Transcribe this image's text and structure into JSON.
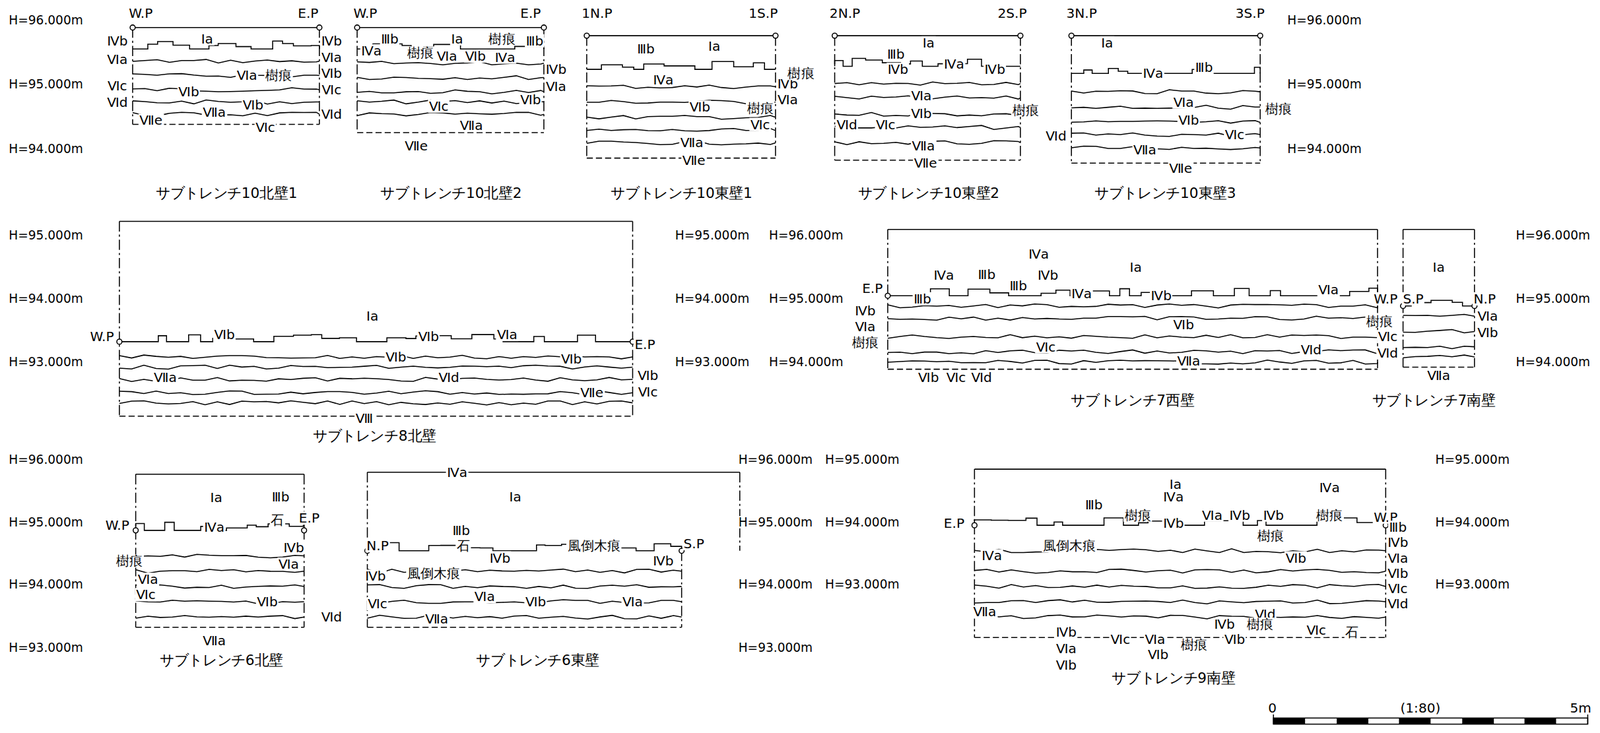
{
  "diagram": {
    "nodes": [
      {
        "text": [
          "サブトレンチ10北壁1"
        ]
      },
      {
        "text": [
          "サブトレンチ10北壁2"
        ]
      },
      {
        "text": [
          "サブトレンチ10東壁1"
        ]
      },
      {
        "text": [
          "サブトレンチ10東壁2"
        ]
      },
      {
        "text": [
          "サブトレンチ10東壁3"
        ]
      },
      {
        "text": [
          "サブトレンチ8北壁"
        ]
      },
      {
        "text": [
          "サブトレンチ7西壁"
        ]
      },
      {
        "text": [
          "サブトレンチ7南壁"
        ]
      },
      {
        "text": [
          "サブトレンチ6北壁"
        ]
      },
      {
        "text": [
          "サブトレンチ6東壁"
        ]
      },
      {
        "text": [
          "サブトレンチ9南壁"
        ]
      }
    ],
    "labels": [
      "H=96.000m",
      "H=95.000m",
      "H=94.000m",
      "H=96.000m",
      "H=95.000m",
      "H=94.000m",
      "W.P",
      "E.P",
      "Ⅳb",
      "Ⅵa",
      "Ⅵc",
      "Ⅵd",
      "Ⅶe",
      "Ⅰa",
      "Ⅵa",
      "樹痕",
      "Ⅵb",
      "Ⅵb",
      "Ⅶa",
      "Ⅵc",
      "Ⅳb",
      "Ⅵa",
      "Ⅵb",
      "Ⅵc",
      "Ⅵd",
      "W.P",
      "E.P",
      "Ⅲb",
      "Ⅳa",
      "樹痕",
      "Ⅰa",
      "Ⅵa",
      "Ⅵb",
      "樹痕",
      "Ⅳa",
      "Ⅲb",
      "Ⅳb",
      "Ⅵa",
      "Ⅵb",
      "Ⅵc",
      "Ⅶa",
      "Ⅶe",
      "1N.P",
      "1S.P",
      "Ⅲb",
      "Ⅰa",
      "Ⅳa",
      "Ⅳb",
      "Ⅵa",
      "樹痕",
      "Ⅵc",
      "Ⅵb",
      "Ⅵd",
      "Ⅶa",
      "Ⅶe",
      "2N.P",
      "2S.P",
      "樹痕",
      "Ⅲb",
      "Ⅳb",
      "Ⅰa",
      "Ⅳa",
      "Ⅳb",
      "Ⅵa",
      "Ⅵb",
      "樹痕",
      "Ⅵc",
      "Ⅵd",
      "Ⅶa",
      "Ⅶe",
      "3N.P",
      "3S.P",
      "Ⅰa",
      "Ⅳa",
      "Ⅲb",
      "Ⅵa",
      "樹痕",
      "Ⅵb",
      "Ⅵc",
      "Ⅶa",
      "Ⅶe",
      "H=95.000m",
      "H=94.000m",
      "H=93.000m",
      "H=95.000m",
      "H=94.000m",
      "H=93.000m",
      "H=96.000m",
      "H=95.000m",
      "H=94.000m",
      "W.P",
      "E.P",
      "Ⅰa",
      "Ⅵb",
      "Ⅵa",
      "Ⅵb",
      "Ⅵb",
      "Ⅵb",
      "Ⅶa",
      "Ⅵd",
      "Ⅶe",
      "Ⅵb",
      "Ⅵc",
      "Ⅷ",
      "E.P",
      "W.P",
      "Ⅰa",
      "Ⅳa",
      "Ⅲb",
      "Ⅳa",
      "Ⅲb",
      "Ⅲb",
      "Ⅳb",
      "Ⅳa",
      "Ⅳb",
      "Ⅵa",
      "Ⅳb",
      "Ⅵa",
      "樹痕",
      "Ⅵb",
      "Ⅵc",
      "Ⅵd",
      "Ⅵb",
      "Ⅵc",
      "Ⅶa",
      "Ⅵd",
      "S.P",
      "N.P",
      "Ⅰa",
      "樹痕",
      "Ⅵa",
      "Ⅵb",
      "Ⅵc",
      "Ⅵd",
      "Ⅶa",
      "H=96.000m",
      "H=95.000m",
      "H=94.000m",
      "H=96.000m",
      "H=95.000m",
      "H=94.000m",
      "H=93.000m",
      "W.P",
      "E.P",
      "Ⅰa",
      "Ⅲb",
      "石",
      "Ⅳa",
      "樹痕",
      "Ⅵa",
      "Ⅵc",
      "Ⅳb",
      "Ⅵa",
      "Ⅵb",
      "Ⅵd",
      "Ⅶa",
      "N.P",
      "S.P",
      "Ⅳa",
      "Ⅰa",
      "Ⅲb",
      "石",
      "Ⅳb",
      "風倒木痕",
      "Ⅳb",
      "風倒木痕",
      "Ⅵa",
      "Ⅵb",
      "Ⅵa",
      "Ⅳb",
      "Ⅵc",
      "Ⅶa",
      "H=96.000m",
      "H=95.000m",
      "H=94.000m",
      "H=93.000m",
      "H=95.000m",
      "H=94.000m",
      "H=93.000m",
      "E.P",
      "W.P",
      "Ⅰa",
      "Ⅲb",
      "樹痕",
      "Ⅳa",
      "Ⅳb",
      "Ⅵa",
      "Ⅳb",
      "Ⅳb",
      "Ⅳa",
      "樹痕",
      "樹痕",
      "Ⅳa",
      "風倒木痕",
      "Ⅵb",
      "Ⅲb",
      "Ⅳb",
      "Ⅵa",
      "Ⅵb",
      "Ⅵc",
      "Ⅵd",
      "Ⅶa",
      "Ⅵd",
      "Ⅵc",
      "石",
      "Ⅳb",
      "Ⅵa",
      "Ⅵb",
      "Ⅵc",
      "Ⅵa",
      "Ⅵb",
      "樹痕",
      "Ⅳb",
      "Ⅵb",
      "樹痕",
      "H=95.000m",
      "H=94.000m",
      "H=93.000m",
      "0",
      "(1:80)",
      "5m"
    ]
  }
}
